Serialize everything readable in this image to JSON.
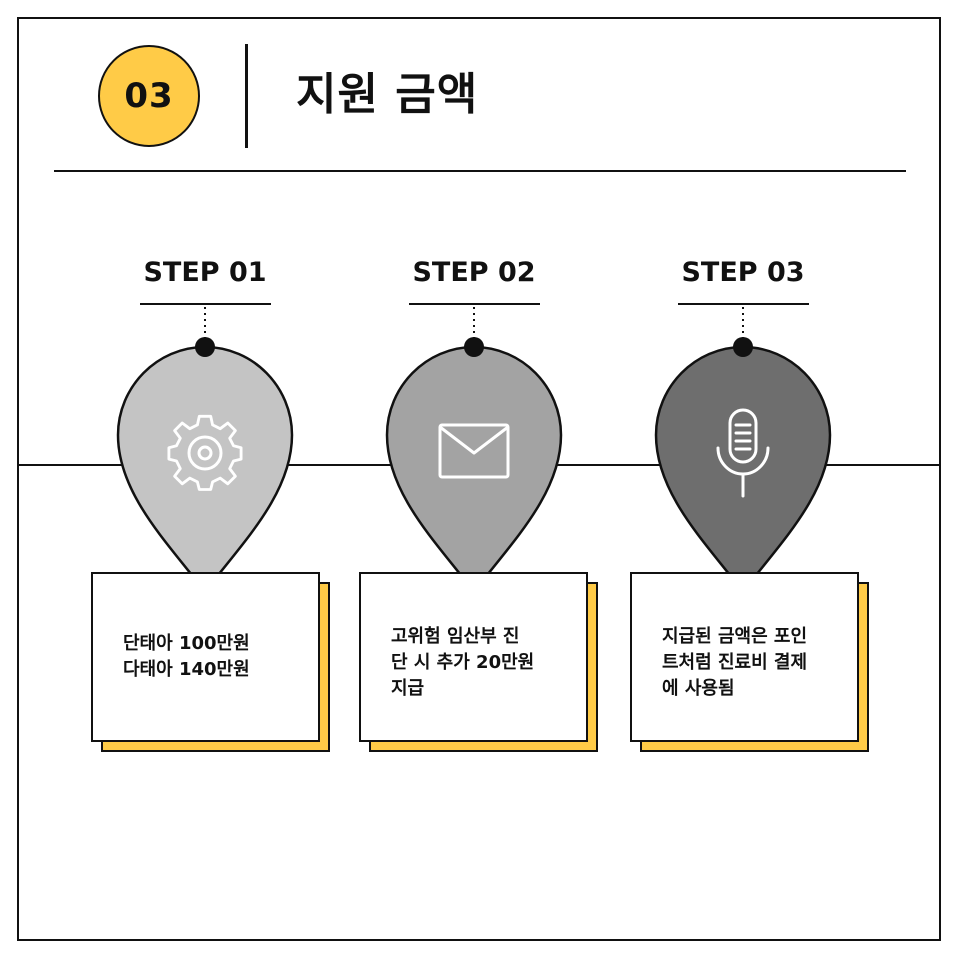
{
  "header": {
    "number": "03",
    "title": "지원 금액"
  },
  "colors": {
    "accent": "#FFCB47",
    "pin1": "#C4C4C4",
    "pin2": "#A3A3A3",
    "pin3": "#6E6E6E",
    "line": "#111111"
  },
  "steps": [
    {
      "label": "STEP 01",
      "icon": "gear-icon",
      "text": "단태아 100만원\n다태아 140만원"
    },
    {
      "label": "STEP 02",
      "icon": "envelope-icon",
      "text": "고위험 임산부  진\n단 시 추가 20만원\n지급"
    },
    {
      "label": "STEP 03",
      "icon": "microphone-icon",
      "text": "지급된 금액은 포인\n트처럼 진료비 결제\n에 사용됨"
    }
  ]
}
